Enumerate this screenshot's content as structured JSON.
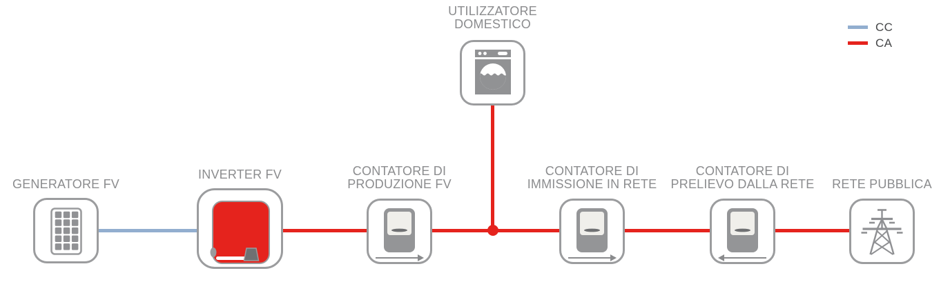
{
  "diagram_title": "",
  "colors": {
    "cc_blue": "#92aecf",
    "ca_red": "#e5231d",
    "icon_gray": "#919294",
    "box_border_gray": "#9b9c9e",
    "label_gray": "#8b8c8e"
  },
  "legend": {
    "items": [
      {
        "label": "CC",
        "color": "#92aecf"
      },
      {
        "label": "CA",
        "color": "#e5231d"
      }
    ]
  },
  "nodes": [
    {
      "id": "generatore-fv",
      "icon": "solar-panel-icon",
      "lines": [
        "GENERATORE FV"
      ]
    },
    {
      "id": "inverter-fv",
      "icon": "inverter-icon",
      "lines": [
        "INVERTER FV"
      ]
    },
    {
      "id": "contatore-produzione-fv",
      "icon": "meter-icon",
      "arrow": "right",
      "lines": [
        "CONTATORE DI",
        "PRODUZIONE FV"
      ]
    },
    {
      "id": "utilizzatore-domestico",
      "icon": "washing-machine-icon",
      "lines": [
        "UTILIZZATORE",
        "DOMESTICO"
      ]
    },
    {
      "id": "contatore-immissione-in-rete",
      "icon": "meter-icon",
      "arrow": "right",
      "lines": [
        "CONTATORE DI",
        "IMMISSIONE IN RETE"
      ]
    },
    {
      "id": "contatore-prelievo-dalla-rete",
      "icon": "meter-icon",
      "arrow": "left",
      "lines": [
        "CONTATORE DI",
        "PRELIEVO DALLA RETE"
      ]
    },
    {
      "id": "rete-pubblica",
      "icon": "power-tower-icon",
      "lines": [
        "RETE PUBBLICA"
      ]
    }
  ],
  "connections": [
    {
      "from": "generatore-fv",
      "to": "inverter-fv",
      "type": "CC"
    },
    {
      "from": "inverter-fv",
      "to": "rete-pubblica",
      "type": "CA"
    },
    {
      "from": "utilizzatore-domestico",
      "to": "junction",
      "type": "CA"
    }
  ]
}
